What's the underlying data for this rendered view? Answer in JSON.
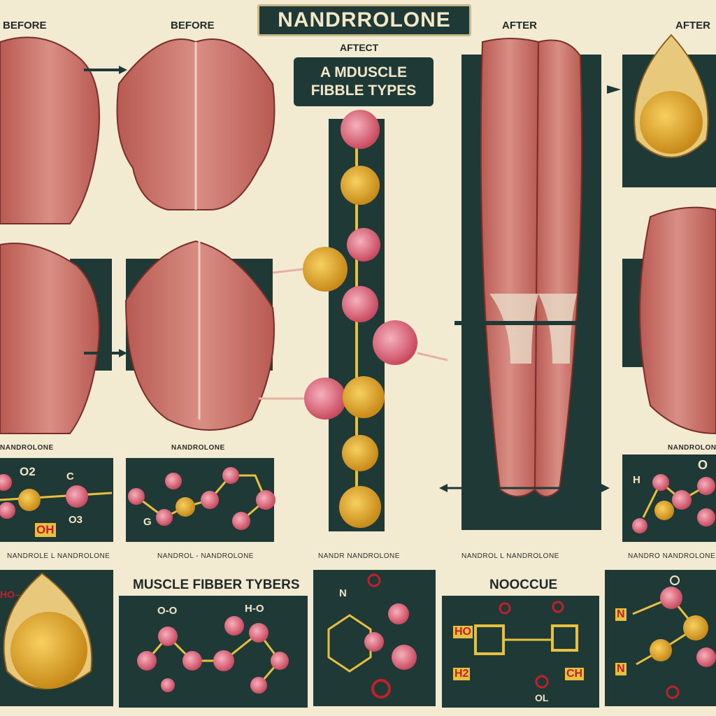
{
  "header": {
    "title": "NANDRROLONE",
    "before_left": "BEFORE",
    "before_right": "BEFORE",
    "after_left": "AFTER",
    "after_right": "AFTER"
  },
  "subtitle": {
    "top": "AFTECT",
    "line1": "A MDUSCLE",
    "line2": "FIBBLE TYPES"
  },
  "captions": {
    "left_row": "NANDROLONE",
    "mid_row": "NANDROLONE",
    "right_row": "NANDROLONE",
    "chem_left": "NANDROLE L NANDROLONE",
    "chem_mid": "NANDROL - NANDROLONE",
    "chem_center": "NANDR NANDROLONE",
    "chem_right": "NANDROL L NANDROLONE",
    "chem_far_right": "NANDRO NANDROLONE"
  },
  "bottom": {
    "muscle_fiber_title": "MUSCLE FIBBER TYBERS",
    "nocoue_title": "NOOCCUE"
  },
  "atoms": {
    "o2": "O2",
    "c": "C",
    "oh": "OH",
    "o3": "O3",
    "g": "G",
    "h": "H",
    "o": "O",
    "n": "N",
    "ho": "HO",
    "ho2": "HO–",
    "oo": "O-O",
    "hh": "H-O",
    "no": "N",
    "h2": "H2",
    "ch": "CH",
    "ol": "OL",
    "n2": "N"
  },
  "colors": {
    "background": "#f3ead2",
    "panel": "#1f3a36",
    "muscle": "#c4685f",
    "atom_pink": "#e0788a",
    "atom_gold": "#e0b030",
    "bond_yellow": "#e8c040",
    "accent_red": "#c0202a"
  },
  "icons": [
    "muscle-back-illustration",
    "muscle-torso-illustration",
    "leg-muscle-illustration",
    "fat-cell-illustration",
    "molecule-chain"
  ]
}
